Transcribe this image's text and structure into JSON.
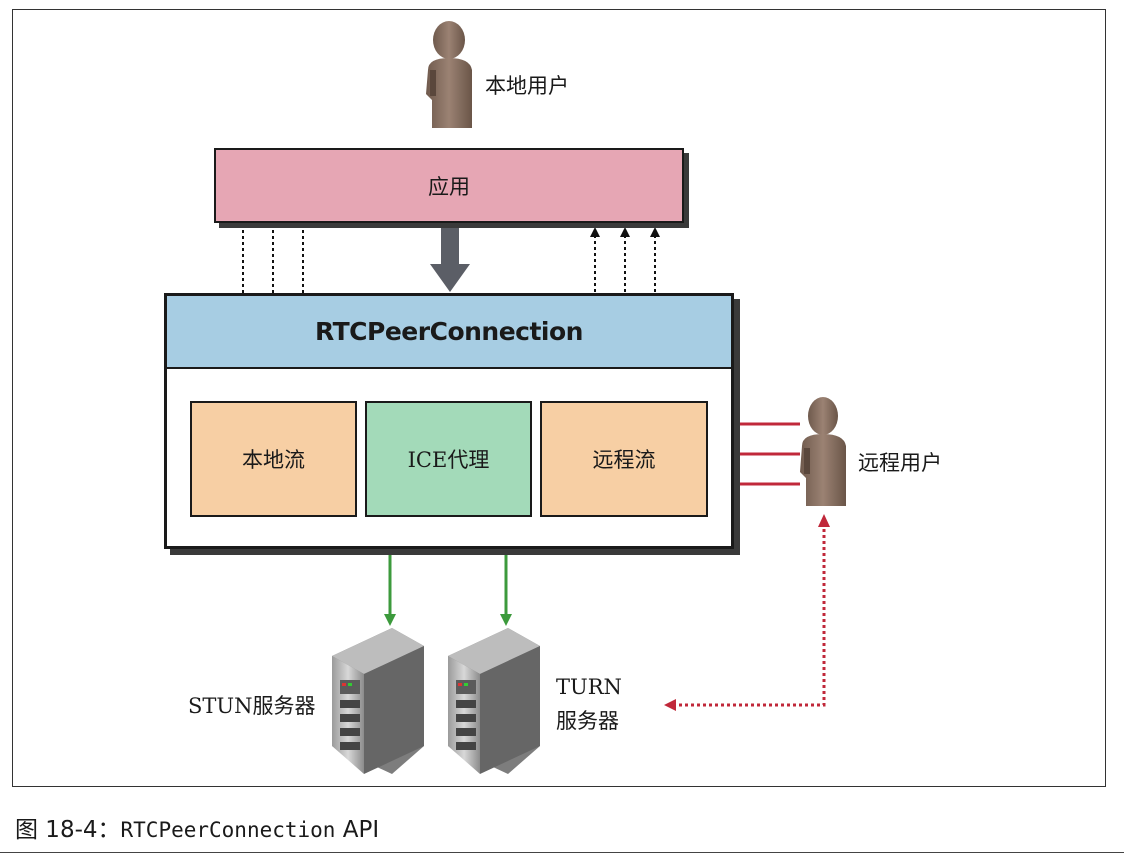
{
  "diagram": {
    "local_user": "本地用户",
    "app": "应用",
    "rtc": "RTCPeerConnection",
    "local_stream": "本地流",
    "ice_agent": "ICE代理",
    "remote_stream": "远程流",
    "remote_user": "远程用户",
    "stun_server": "STUN服务器",
    "turn_line1": "TURN",
    "turn_line2": "服务器"
  },
  "caption": {
    "prefix": "图 18-4：",
    "code": "RTCPeerConnection",
    "suffix": " API"
  },
  "colors": {
    "app": "#e6a6b4",
    "rtc_band": "#a7cde3",
    "stream": "#f7cfa4",
    "ice": "#a3dab9",
    "green_arrow": "#3c9a3c",
    "red_arrow": "#c0283a",
    "person": "#8a7263"
  },
  "icons": [
    "person-icon",
    "server-icon"
  ]
}
